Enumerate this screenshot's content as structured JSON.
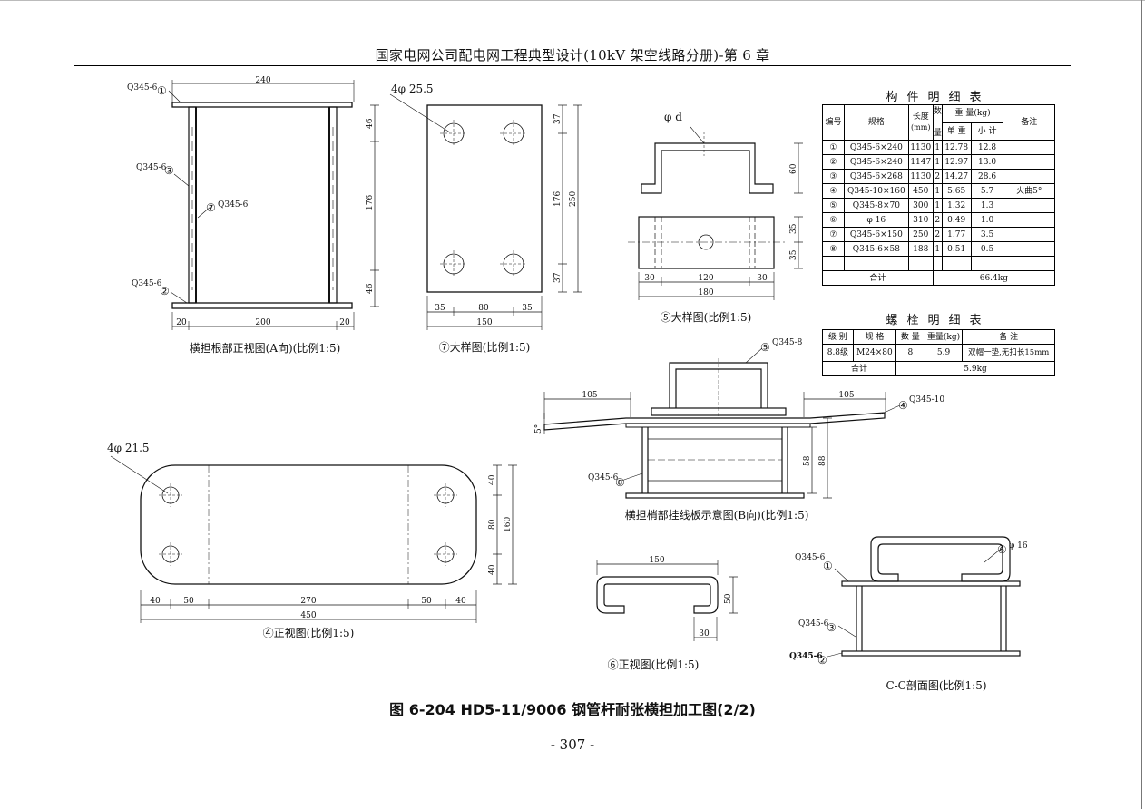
{
  "header": {
    "title": "国家电网公司配电网工程典型设计(10kV 架空线路分册)-第 6 章"
  },
  "caption": "图 6-204  HD5-11/9006 钢管杆耐张横担加工图(2/2)",
  "page_number": "- 307 -",
  "views": {
    "a": {
      "title": "横担根部正视图(A向)(比例1:5)",
      "top_label": "Q345-6",
      "top_num": "①",
      "left_label": "Q345-6",
      "left_num": "③",
      "mid_label": "Q345-6",
      "mid_num": "⑦",
      "bottom_label": "Q345-6",
      "bottom_num": "②",
      "dim_width": "240",
      "dim_h1": "46",
      "dim_h2": "176",
      "dim_h3": "46",
      "dim_b1": "20",
      "dim_b2": "200",
      "dim_b3": "20"
    },
    "b": {
      "title": "⑦大样图(比例1:5)",
      "hole_label": "4φ 25.5",
      "dim_v1": "37",
      "dim_v2": "176",
      "dim_v3": "37",
      "dim_total": "250",
      "dim_b1": "35",
      "dim_b2": "80",
      "dim_b3": "35",
      "dim_width": "150"
    },
    "c": {
      "title": "⑤大样图(比例1:5)",
      "phi_label": "φ d",
      "dim_height": "60",
      "dim_r1": "35",
      "dim_r2": "35",
      "dim_b1": "30",
      "dim_b2": "120",
      "dim_b3": "30",
      "dim_width": "180"
    },
    "d": {
      "title": "横担梢部挂线板示意图(B向)(比例1:5)",
      "label_top": "Q345-8",
      "num_top": "⑤",
      "label_right": "Q345-10",
      "num_right": "④",
      "label_left": "Q345-6",
      "num_left": "⑧",
      "dim_left": "105",
      "dim_right": "105",
      "angle": "5°",
      "dim_h1": "58",
      "dim_h2": "88"
    },
    "e": {
      "title": "④正视图(比例1:5)",
      "hole_label": "4φ 21.5",
      "dim_r1": "40",
      "dim_r2": "80",
      "dim_r3": "40",
      "dim_total": "160",
      "dim_b1": "40",
      "dim_b2": "50",
      "dim_b3": "270",
      "dim_b4": "50",
      "dim_b5": "40",
      "dim_width": "450"
    },
    "f": {
      "title": "⑥正视图(比例1:5)",
      "dim_width": "150",
      "dim_height": "50",
      "dim_gap": "30"
    },
    "g": {
      "title": "C-C剖面图(比例1:5)",
      "label_top": "Q345-6",
      "num_top": "①",
      "label_phi": "φ 16",
      "num_phi": "⑥",
      "label_mid": "Q345-6",
      "num_mid": "③",
      "label_bottom": "Q345-6",
      "num_bottom": "②"
    }
  },
  "parts_table": {
    "title": "构件明细表",
    "headers": {
      "no": "编号",
      "spec": "规格",
      "length": "长度",
      "length_unit": "(mm)",
      "qty": "数",
      "qty2": "量",
      "weight": "重 量(kg)",
      "unit": "单 重",
      "subtotal": "小 计",
      "note": "备注"
    },
    "rows": [
      {
        "no": "①",
        "spec": "Q345-6×240",
        "length": "1130",
        "qty": "1",
        "unit": "12.78",
        "subtotal": "12.8",
        "note": ""
      },
      {
        "no": "②",
        "spec": "Q345-6×240",
        "length": "1147",
        "qty": "1",
        "unit": "12.97",
        "subtotal": "13.0",
        "note": ""
      },
      {
        "no": "③",
        "spec": "Q345-6×268",
        "length": "1130",
        "qty": "2",
        "unit": "14.27",
        "subtotal": "28.6",
        "note": ""
      },
      {
        "no": "④",
        "spec": "Q345-10×160",
        "length": "450",
        "qty": "1",
        "unit": "5.65",
        "subtotal": "5.7",
        "note": "火曲5°"
      },
      {
        "no": "⑤",
        "spec": "Q345-8×70",
        "length": "300",
        "qty": "1",
        "unit": "1.32",
        "subtotal": "1.3",
        "note": ""
      },
      {
        "no": "⑥",
        "spec": "φ 16",
        "length": "310",
        "qty": "2",
        "unit": "0.49",
        "subtotal": "1.0",
        "note": ""
      },
      {
        "no": "⑦",
        "spec": "Q345-6×150",
        "length": "250",
        "qty": "2",
        "unit": "1.77",
        "subtotal": "3.5",
        "note": ""
      },
      {
        "no": "⑧",
        "spec": "Q345-6×58",
        "length": "188",
        "qty": "1",
        "unit": "0.51",
        "subtotal": "0.5",
        "note": ""
      }
    ],
    "total_label": "合计",
    "total_value": "66.4kg"
  },
  "bolt_table": {
    "title": "螺栓明细表",
    "headers": {
      "grade": "级 别",
      "spec": "规 格",
      "qty": "数 量",
      "weight": "重量(kg)",
      "note": "备 注"
    },
    "row": {
      "grade": "8.8级",
      "spec": "M24×80",
      "qty": "8",
      "weight": "5.9",
      "note": "双帽一垫,无扣长15mm"
    },
    "total_label": "合计",
    "total_value": "5.9kg"
  }
}
